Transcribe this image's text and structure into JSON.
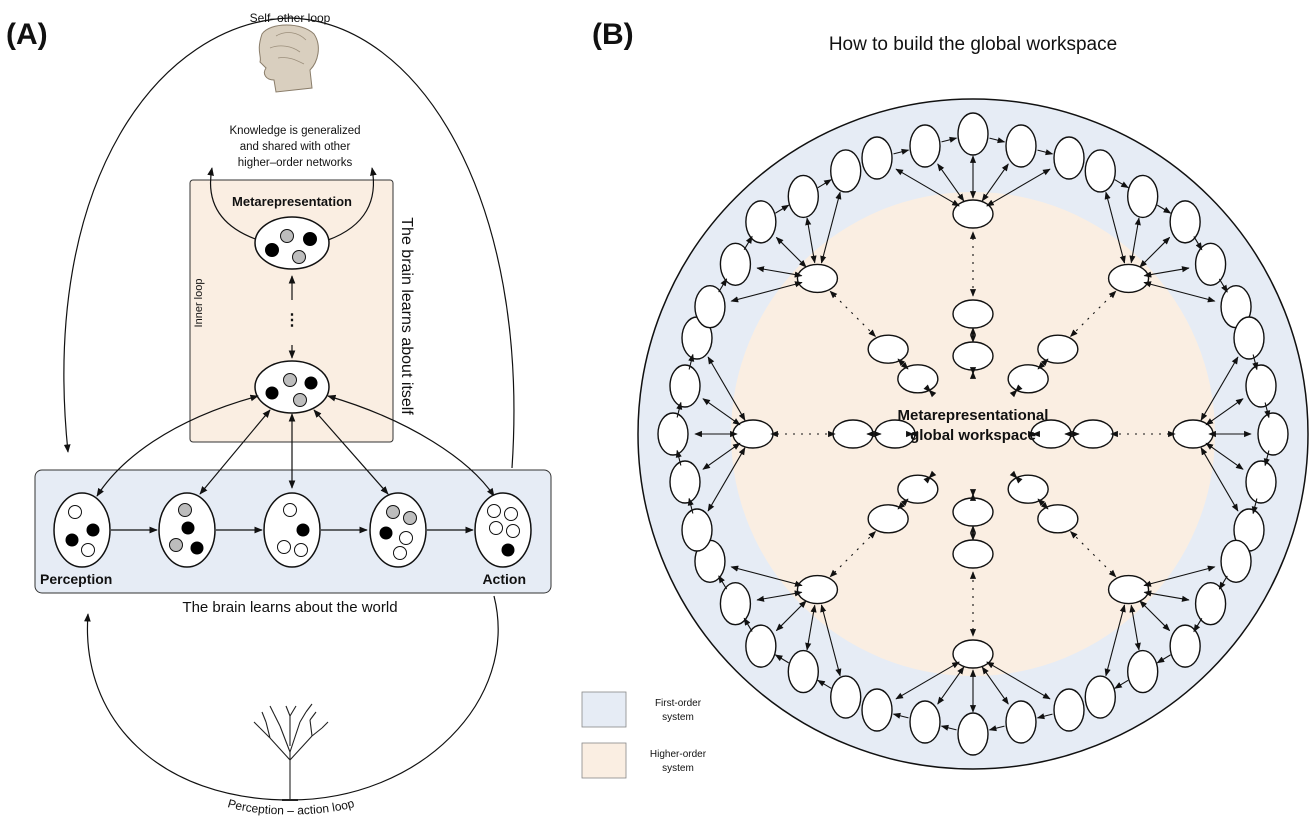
{
  "panel_a": {
    "label": "(A)",
    "self_other_loop": "Self–other loop",
    "knowledge_text": [
      "Knowledge is generalized",
      "and shared with other",
      "higher–order networks"
    ],
    "metarepresentation": "Metarepresentation",
    "inner_loop": "Inner loop",
    "brain_learns_itself": "The brain learns about itself",
    "perception": "Perception",
    "action": "Action",
    "brain_learns_world": "The brain learns about the world",
    "perception_action_loop": "Perception – action loop",
    "vertical_ellipsis": "⋮"
  },
  "panel_b": {
    "label": "(B)",
    "title": "How to build the global workspace",
    "center_text": [
      "Metarepresentational",
      "global workspace"
    ],
    "horizontal_ellipsis": "···",
    "vertical_ellipsis": "⋮"
  },
  "legend": {
    "items": [
      {
        "label": [
          "First-order",
          "system"
        ],
        "color": "#e6ecf5"
      },
      {
        "label": [
          "Higher-order",
          "system"
        ],
        "color": "#faeee2"
      }
    ]
  },
  "colors": {
    "first_order": "#e6ecf5",
    "higher_order": "#faeee2",
    "gray_dot": "#bdbdbd",
    "black_dot": "#000000"
  }
}
